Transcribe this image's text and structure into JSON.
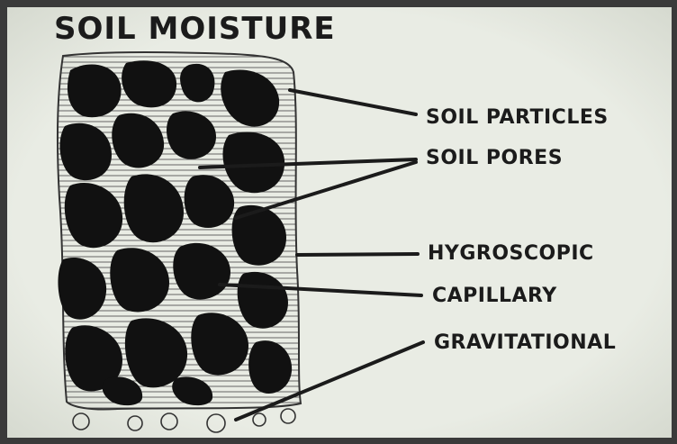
{
  "title": "SOIL MOISTURE",
  "labels": {
    "soil_particles": "SOIL PARTICLES",
    "soil_pores": "SOIL PORES",
    "hygroscopic": "HYGROSCOPIC",
    "capillary": "CAPILLARY",
    "gravitational": "GRAVITATIONAL"
  },
  "colors": {
    "slide_background": "#e9ece4",
    "particle": "#111111",
    "ink": "#1b1b1b"
  }
}
